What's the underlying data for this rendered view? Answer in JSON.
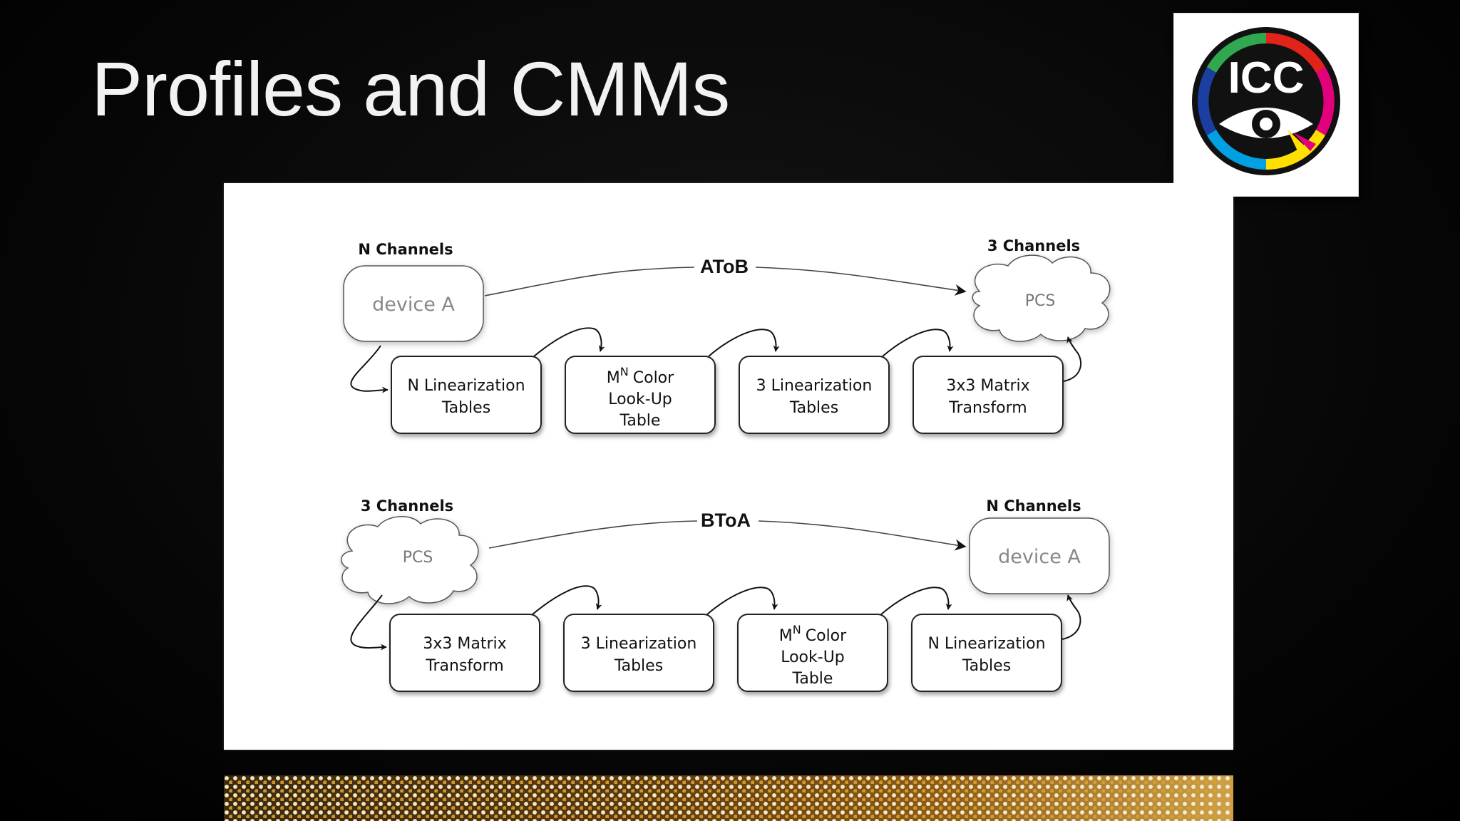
{
  "slide": {
    "title": "Profiles and CMMs"
  },
  "logo": {
    "text": "ICC"
  },
  "diagram": {
    "atob": {
      "label": "AToB",
      "source_caption": "N Channels",
      "dest_caption": "3 Channels",
      "source_node": "device A",
      "dest_node": "PCS",
      "steps": [
        [
          "N Linearization",
          "Tables"
        ],
        [
          "M",
          "N",
          "Color",
          "Look-Up",
          "Table"
        ],
        [
          "3 Linearization",
          "Tables"
        ],
        [
          "3x3 Matrix",
          "Transform"
        ]
      ]
    },
    "btoa": {
      "label": "BToA",
      "source_caption": "3 Channels",
      "dest_caption": "N Channels",
      "source_node": "PCS",
      "dest_node": "device A",
      "steps": [
        [
          "3x3 Matrix",
          "Transform"
        ],
        [
          "3 Linearization",
          "Tables"
        ],
        [
          "M",
          "N",
          "Color",
          "Look-Up",
          "Table"
        ],
        [
          "N Linearization",
          "Tables"
        ]
      ]
    }
  }
}
